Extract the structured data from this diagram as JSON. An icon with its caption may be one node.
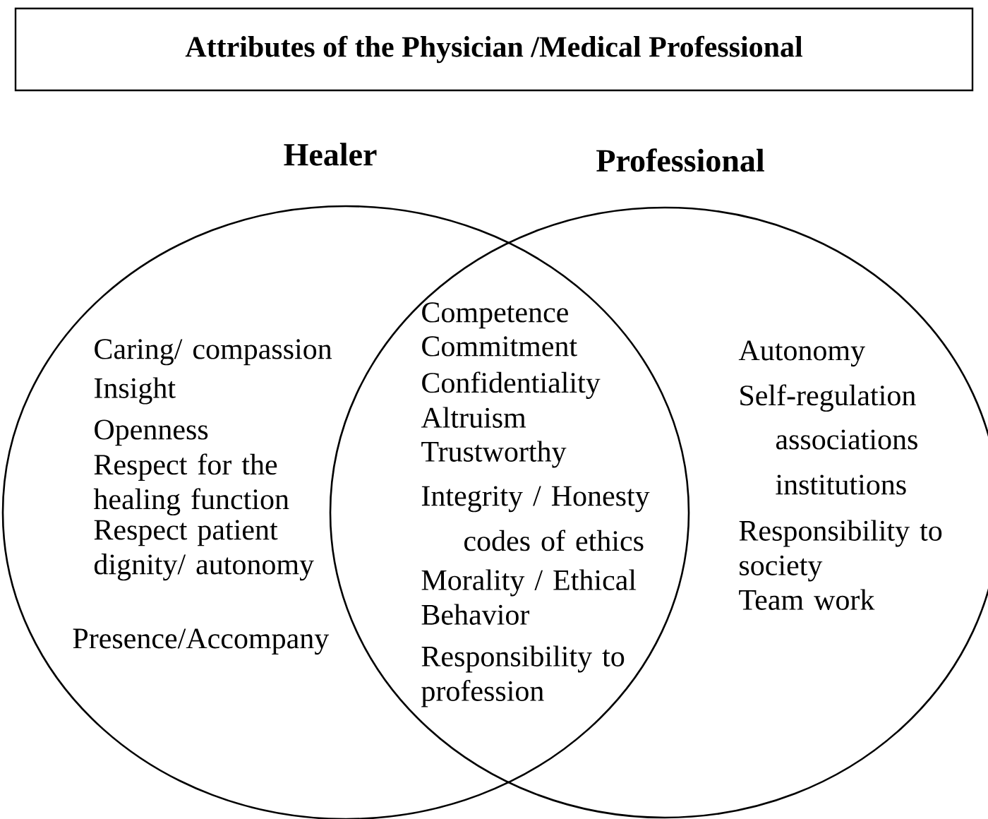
{
  "diagram": {
    "title": "Attributes of the Physician /Medical Professional",
    "nodes": [
      {
        "text": [
          "Healer",
          "Caring/ compassion",
          "Insight",
          "Openness",
          "Respect for the healing function",
          "Respect patient dignity/ autonomy",
          "Presence/Accompany"
        ]
      },
      {
        "text": [
          "Professional",
          "Autonomy",
          "Self-regulation",
          "associations",
          "institutions",
          "Responsibility to society",
          "Team work"
        ]
      }
    ],
    "labels": [
      "Competence",
      "Commitment",
      "Confidentiality",
      "Altruism",
      "Trustworthy",
      "Integrity / Honesty",
      "codes of ethics",
      "Morality / Ethical Behavior",
      "Responsibility to profession"
    ]
  }
}
